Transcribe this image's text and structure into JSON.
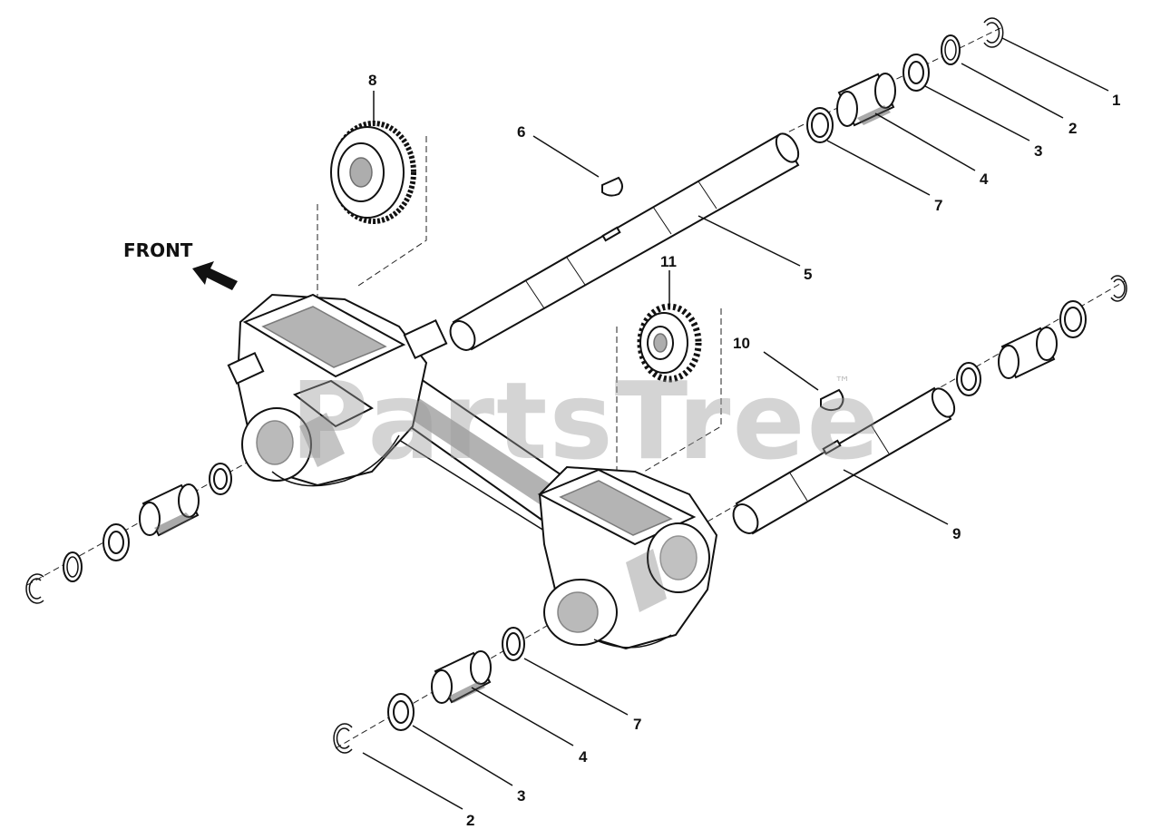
{
  "diagram": {
    "direction_label": "FRONT",
    "watermark": "PartsTree",
    "watermark_mark": "™",
    "callouts": [
      {
        "id": "c1",
        "label": "1"
      },
      {
        "id": "c2a",
        "label": "2"
      },
      {
        "id": "c3a",
        "label": "3"
      },
      {
        "id": "c4a",
        "label": "4"
      },
      {
        "id": "c7a",
        "label": "7"
      },
      {
        "id": "c6",
        "label": "6"
      },
      {
        "id": "c5",
        "label": "5"
      },
      {
        "id": "c8",
        "label": "8"
      },
      {
        "id": "c11",
        "label": "11"
      },
      {
        "id": "c10",
        "label": "10"
      },
      {
        "id": "c9",
        "label": "9"
      },
      {
        "id": "c7b",
        "label": "7"
      },
      {
        "id": "c4b",
        "label": "4"
      },
      {
        "id": "c3b",
        "label": "3"
      },
      {
        "id": "c2b",
        "label": "2"
      }
    ]
  }
}
